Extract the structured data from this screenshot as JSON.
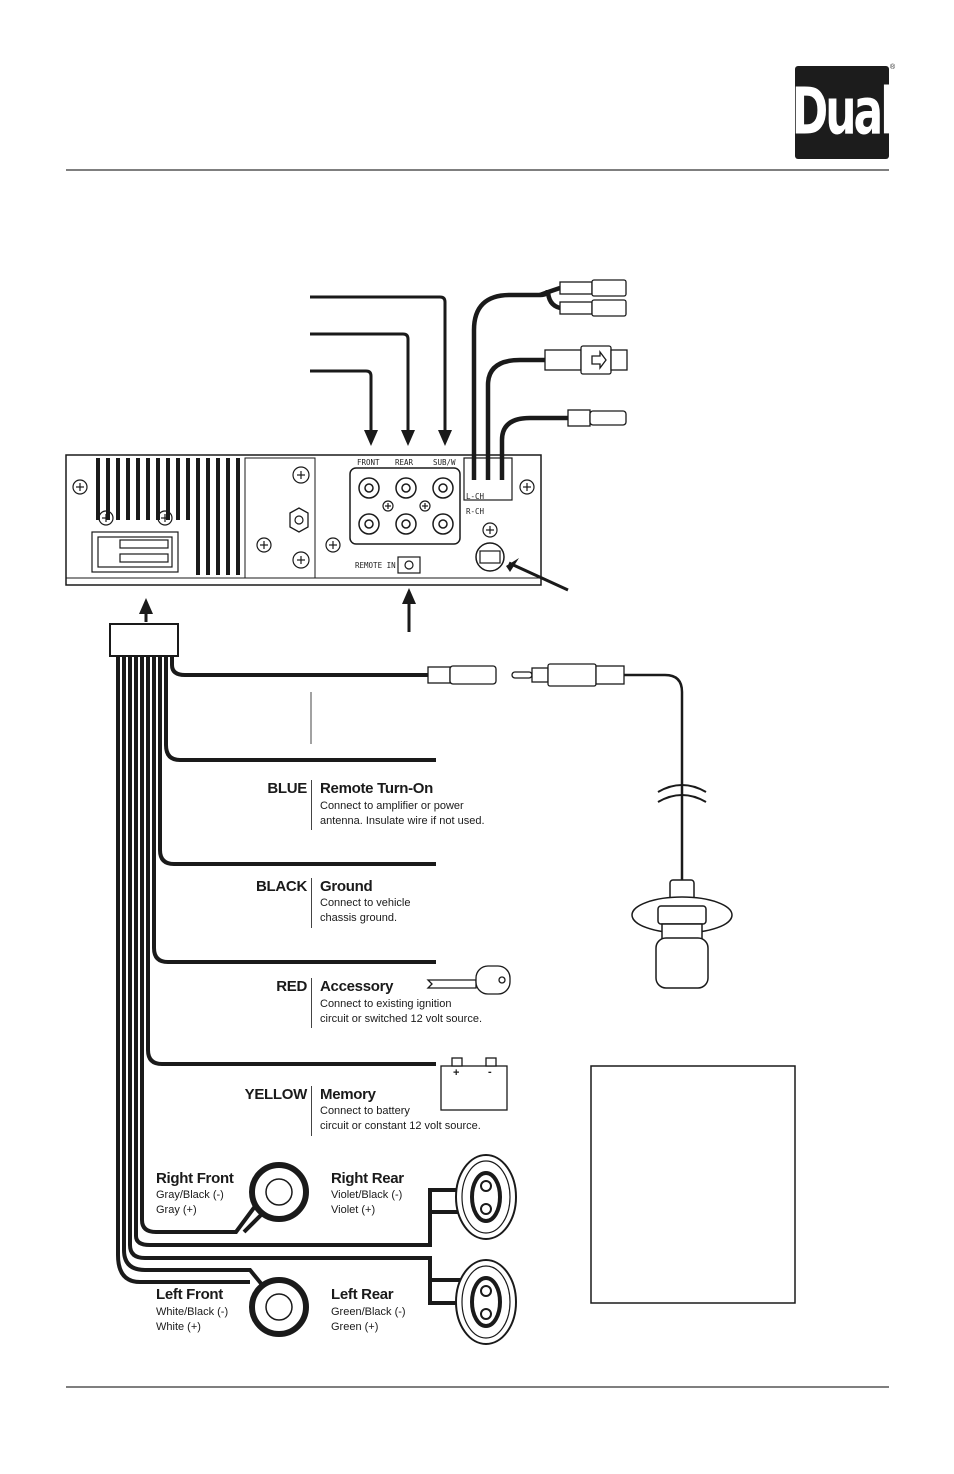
{
  "brand": {
    "logo_text": "Dual",
    "registered_mark": "®"
  },
  "unit_labels": {
    "front": "FRONT",
    "rear": "REAR",
    "subw": "SUB/W",
    "lch": "L-CH",
    "rch": "R-CH",
    "remote_in": "REMOTE IN"
  },
  "wires": [
    {
      "color": "BLUE",
      "title": "Remote Turn-On",
      "desc1": "Connect to amplifier or power",
      "desc2": "antenna. Insulate wire if not used."
    },
    {
      "color": "BLACK",
      "title": "Ground",
      "desc1": "Connect to vehicle",
      "desc2": "chassis ground."
    },
    {
      "color": "RED",
      "title": "Accessory",
      "desc1": "Connect to existing ignition",
      "desc2": "circuit or switched 12 volt source."
    },
    {
      "color": "YELLOW",
      "title": "Memory",
      "desc1": "Connect to battery",
      "desc2": "circuit or constant 12 volt source."
    }
  ],
  "battery": {
    "plus": "+",
    "minus": "-"
  },
  "speakers": {
    "right_front": {
      "title": "Right Front",
      "neg": "Gray/Black (-)",
      "pos": "Gray (+)"
    },
    "right_rear": {
      "title": "Right Rear",
      "neg": "Violet/Black (-)",
      "pos": "Violet (+)"
    },
    "left_front": {
      "title": "Left Front",
      "neg": "White/Black (-)",
      "pos": "White (+)"
    },
    "left_rear": {
      "title": "Left Rear",
      "neg": "Green/Black (-)",
      "pos": "Green (+)"
    }
  }
}
